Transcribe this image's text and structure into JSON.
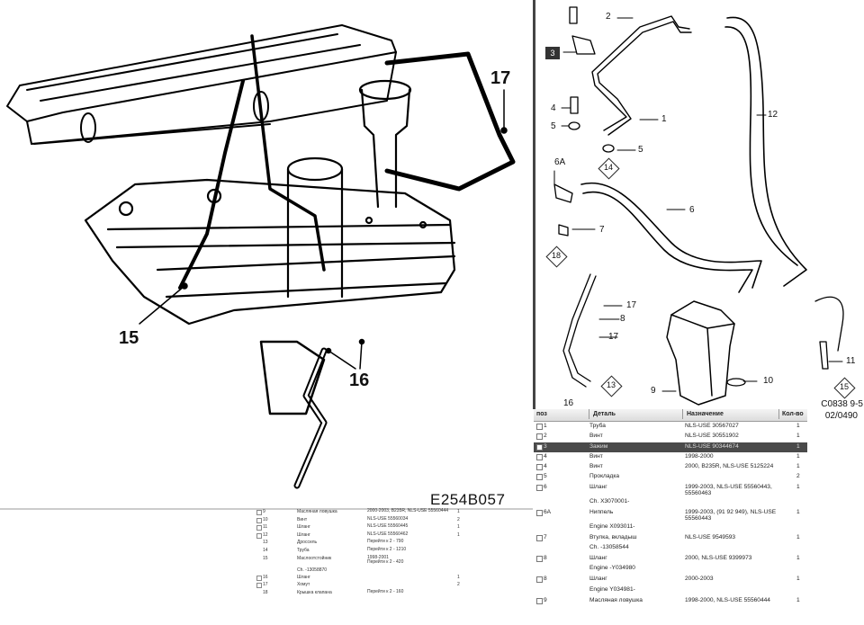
{
  "left_diagram": {
    "code": "E254B057",
    "callouts": [
      "17",
      "15",
      "16"
    ]
  },
  "right_diagram": {
    "ref_code_line1": "C0838 9-5",
    "ref_code_line2": "02/0490",
    "labels": {
      "p1": "1",
      "p2": "2",
      "p3": "3",
      "p4": "4",
      "p5a": "5",
      "p5b": "5",
      "p6a": "6A",
      "p6": "6",
      "p7": "7",
      "p8": "8",
      "p9": "9",
      "p10": "10",
      "p11": "11",
      "p12": "12",
      "p16": "16",
      "p17a": "17",
      "p17b": "17"
    },
    "diamonds": {
      "d13": "13",
      "d14": "14",
      "d15": "15",
      "d18": "18"
    }
  },
  "parts_table": {
    "headers": {
      "pos": "поз",
      "detail": "Деталь",
      "purpose": "Назначение",
      "qty": "Кол-во"
    },
    "rows": [
      {
        "pos": "1",
        "detail": "Труба",
        "purpose": "NLS-USE 30567027",
        "qty": "1",
        "selected": false
      },
      {
        "pos": "2",
        "detail": "Винт",
        "purpose": "NLS-USE 30551902",
        "qty": "1",
        "selected": false
      },
      {
        "pos": "3",
        "detail": "Зажим",
        "purpose": "NLS-USE 90344674",
        "qty": "1",
        "selected": true
      },
      {
        "pos": "4",
        "detail": "Винт",
        "purpose": "1998-2000",
        "qty": "1",
        "selected": false
      },
      {
        "pos": "4",
        "detail": "Винт",
        "purpose": "2000, B235R, NLS-USE 5125224",
        "qty": "1",
        "selected": false
      },
      {
        "pos": "5",
        "detail": "Прокладка",
        "purpose": "",
        "qty": "2",
        "selected": false
      },
      {
        "pos": "6",
        "detail": "Шланг",
        "purpose": "1999-2003, NLS-USE 55560443,\n55560463",
        "qty": "1",
        "selected": false
      },
      {
        "sub": "Ch. X3070001-"
      },
      {
        "pos": "6A",
        "detail": "Ниппель",
        "purpose": "1999-2003, (91 92 949), NLS-USE\n55560443",
        "qty": "1",
        "selected": false
      },
      {
        "sub": "Engine X093011-"
      },
      {
        "pos": "7",
        "detail": "Втулка, вкладыш",
        "purpose": "NLS-USE 9549593",
        "qty": "1",
        "selected": false
      },
      {
        "sub": "Ch. -13058544"
      },
      {
        "pos": "8",
        "detail": "Шланг",
        "purpose": "2000, NLS-USE 9399973",
        "qty": "1",
        "selected": false
      },
      {
        "sub": "Engine -Y034980"
      },
      {
        "pos": "8",
        "detail": "Шланг",
        "purpose": "2000-2003",
        "qty": "1",
        "selected": false
      },
      {
        "sub": "Engine Y034981-"
      },
      {
        "pos": "9",
        "detail": "Масляная ловушка",
        "purpose": "1998-2000, NLS-USE 55560444",
        "qty": "1",
        "selected": false
      }
    ]
  },
  "left_table": {
    "rows": [
      {
        "pos": "9",
        "checkbox": true,
        "detail": "Масляная ловушка",
        "purpose": "2000-2003, B235R, NLS-USE 55560444",
        "qty": "1"
      },
      {
        "pos": "10",
        "checkbox": true,
        "detail": "Винт",
        "purpose": "NLS-USE 55560034",
        "qty": "2"
      },
      {
        "pos": "11",
        "checkbox": true,
        "detail": "Шланг",
        "purpose": "NLS-USE 55560445",
        "qty": "1"
      },
      {
        "pos": "12",
        "checkbox": true,
        "detail": "Шланг",
        "purpose": "NLS-USE 55560462",
        "qty": "1"
      },
      {
        "pos": "13",
        "checkbox": false,
        "detail": "Дроссель",
        "purpose": "Перейти к 2 - 790",
        "qty": ""
      },
      {
        "pos": "14",
        "checkbox": false,
        "detail": "Труба",
        "purpose": "Перейти к 2 - 1210",
        "qty": ""
      },
      {
        "pos": "15",
        "checkbox": false,
        "detail": "Маслоотстойник",
        "purpose": "1998-2001\nПерейти к 2 - 420",
        "qty": ""
      },
      {
        "sub": "Ch. -13058870"
      },
      {
        "pos": "16",
        "checkbox": true,
        "detail": "Шланг",
        "purpose": "",
        "qty": "1"
      },
      {
        "pos": "17",
        "checkbox": true,
        "detail": "Хомут",
        "purpose": "",
        "qty": "2"
      },
      {
        "pos": "18",
        "checkbox": false,
        "detail": "Крышка клапана",
        "purpose": "Перейти к 2 - 160",
        "qty": ""
      }
    ]
  }
}
